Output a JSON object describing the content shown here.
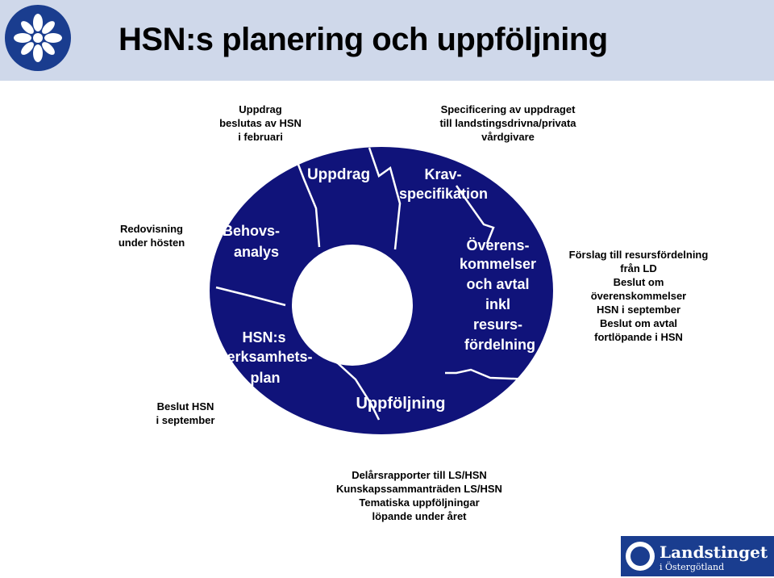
{
  "title": "HSN:s planering och uppföljning",
  "cycle": {
    "uppdrag": "Uppdrag",
    "krav": [
      "Krav-",
      "specifikation"
    ],
    "overens": [
      "Överens-",
      "kommelser",
      "och avtal",
      "inkl",
      "resurs-",
      "fördelning"
    ],
    "uppfoljning": "Uppföljning",
    "behovs": [
      "Behovs-",
      "analys"
    ],
    "verksamhetsplan": [
      "HSN:s",
      "verksamhets-",
      "plan"
    ]
  },
  "notes": {
    "uppdrag_note": [
      "Uppdrag",
      "beslutas av HSN",
      "i februari"
    ],
    "spec_note": [
      "Specificering av uppdraget",
      "till landstingsdrivna/privata",
      "vårdgivare"
    ],
    "redovisning_note": [
      "Redovisning",
      "under hösten"
    ],
    "beslut_note": [
      "Beslut HSN",
      "i september"
    ],
    "forslag_note": [
      "Förslag till resursfördelning",
      "från LD",
      "Beslut om",
      "överenskommelser",
      "HSN  i september",
      "Beslut om avtal",
      "fortlöpande i HSN"
    ],
    "bottom_note": [
      "Delårsrapporter till LS/HSN",
      "Kunskapssammanträden LS/HSN",
      "Tematiska uppföljningar",
      "löpande under året"
    ]
  },
  "logo": {
    "main": "Landstinget",
    "sub": "i Östergötland"
  },
  "colors": {
    "ring": "#10137a",
    "header": "#cfd8ea",
    "brand": "#1a3d8f"
  }
}
